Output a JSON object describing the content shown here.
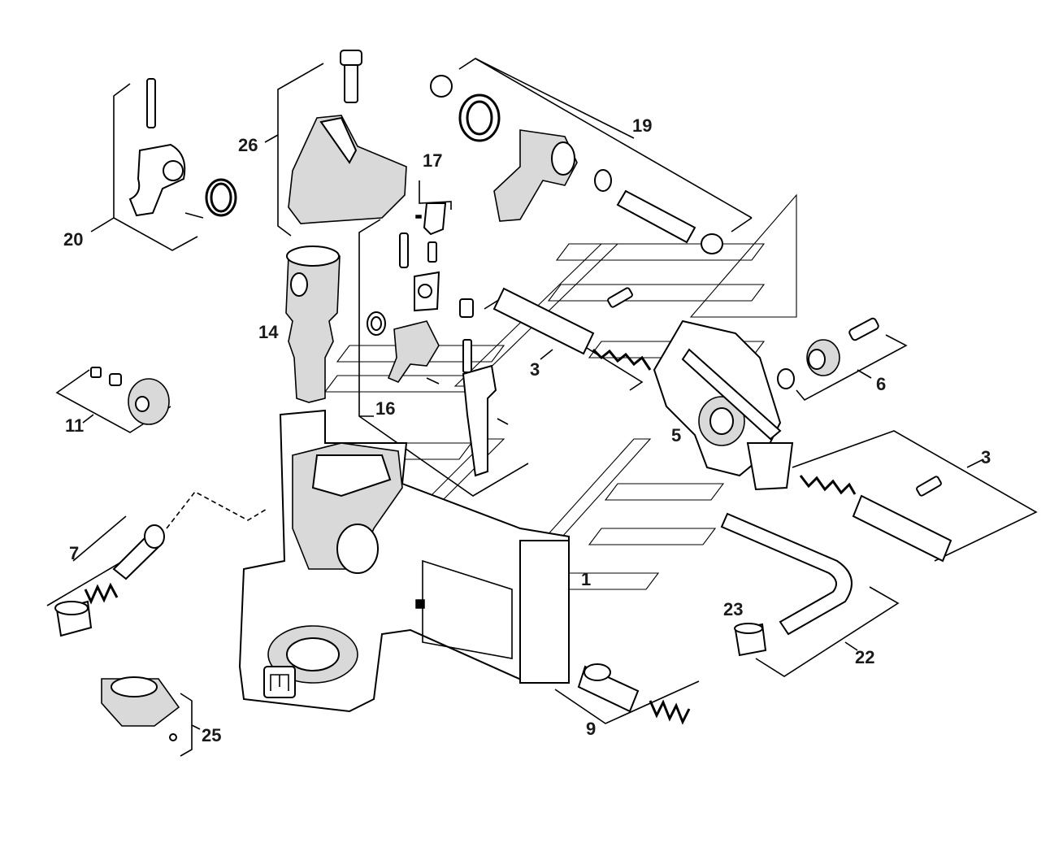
{
  "callouts": {
    "c1": "1",
    "c3a": "3",
    "c3b": "3",
    "c5": "5",
    "c6": "6",
    "c7": "7",
    "c9": "9",
    "c11": "11",
    "c14": "14",
    "c16": "16",
    "c17": "17",
    "c19": "19",
    "c20": "20",
    "c22": "22",
    "c23": "23",
    "c25": "25",
    "c26": "26"
  },
  "colors": {
    "line": "#000000",
    "shade": "#d9d9d9",
    "background": "#ffffff"
  }
}
